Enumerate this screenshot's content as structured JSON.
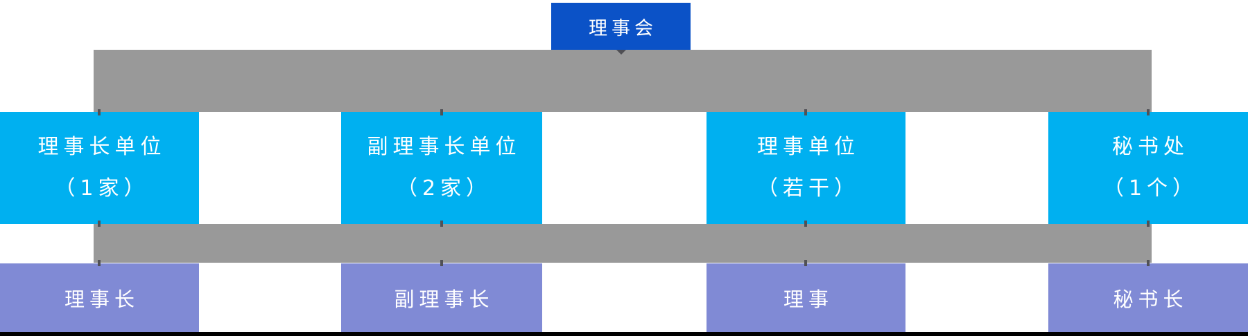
{
  "diagram": {
    "root": {
      "label": "理事会"
    },
    "columns": [
      {
        "unit_name": "理事长单位",
        "unit_count": "（1家）",
        "role": "理事长"
      },
      {
        "unit_name": "副理事长单位",
        "unit_count": "（2家）",
        "role": "副理事长"
      },
      {
        "unit_name": "理事单位",
        "unit_count": "（若干）",
        "role": "理事"
      },
      {
        "unit_name": "秘书处",
        "unit_count": "（1个）",
        "role": "秘书长"
      }
    ]
  },
  "colors": {
    "root_blue": "#0B52C7",
    "unit_cyan": "#00B0F0",
    "role_purple": "#808AD5",
    "connector_gray": "#999999",
    "baseline_black": "#000000",
    "text_white": "#FFFFFF",
    "notch_dark": "#515156"
  }
}
